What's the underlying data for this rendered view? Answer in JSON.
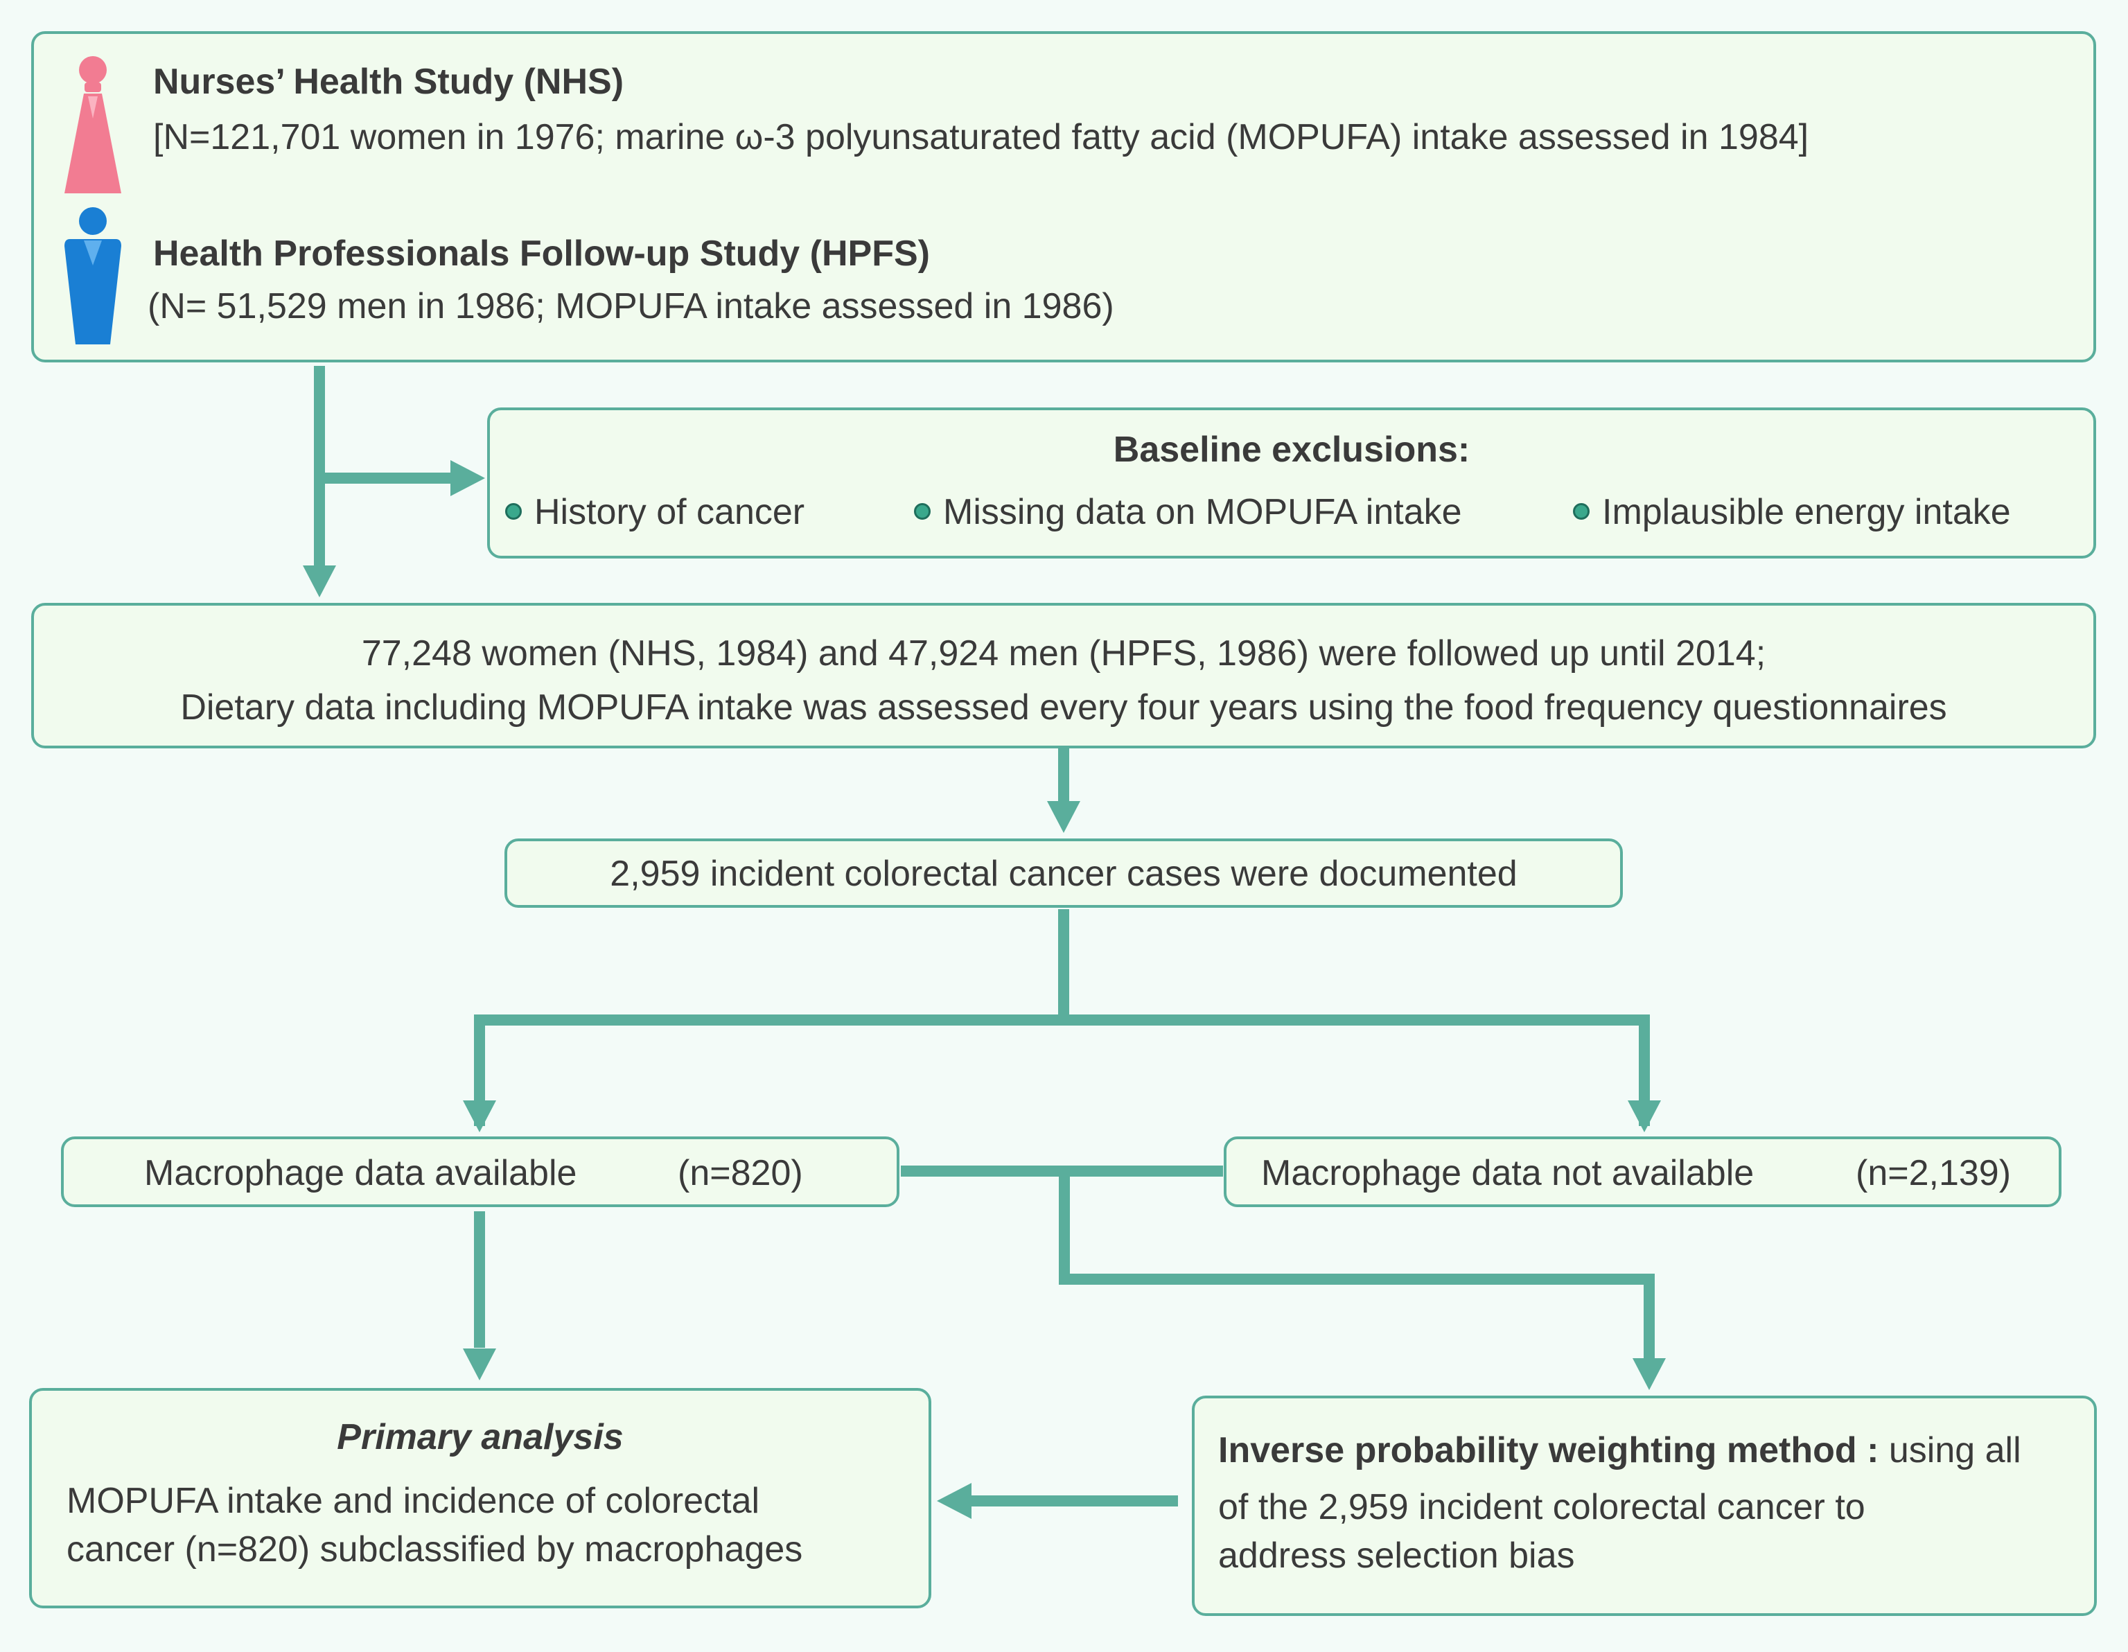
{
  "cohorts": {
    "nhs_title": "Nurses’ Health Study (NHS)",
    "nhs_detail": "[N=121,701 women in 1976; marine ω-3 polyunsaturated fatty acid  (MOPUFA) intake assessed in 1984]",
    "hpfs_title": "Health Professionals Follow-up Study (HPFS)",
    "hpfs_detail": "(N= 51,529 men in 1986; MOPUFA intake assessed in 1986)",
    "icons": [
      "female-person-icon",
      "male-person-icon"
    ]
  },
  "exclusions": {
    "title": "Baseline exclusions:",
    "items": [
      "History of cancer",
      "Missing data on MOPUFA intake",
      "Implausible energy intake"
    ]
  },
  "followup": {
    "line1": "77,248 women (NHS, 1984) and 47,924 men (HPFS, 1986) were followed up until 2014;",
    "line2": "Dietary data including MOPUFA intake was assessed every four years using the food frequency questionnaires"
  },
  "cases": {
    "text": "2,959 incident colorectal cancer cases were documented"
  },
  "macrophage_available": {
    "label": "Macrophage data available",
    "count": "(n=820)"
  },
  "macrophage_not_available": {
    "label": "Macrophage data not available",
    "count": "(n=2,139)"
  },
  "primary": {
    "title": "Primary analysis",
    "line1": "MOPUFA intake and incidence of colorectal",
    "line2": "cancer (n=820) subclassified by macrophages"
  },
  "ipw": {
    "title": "Inverse probability weighting method :",
    "line1_rest": " using all",
    "line2": "of the 2,959 incident colorectal cancer to",
    "line3": "address selection bias"
  },
  "colors": {
    "arrow": "#5aae9c",
    "box_fill": "#f1fbee",
    "female_icon": "#f27c92",
    "male_icon": "#1a7fd4"
  }
}
